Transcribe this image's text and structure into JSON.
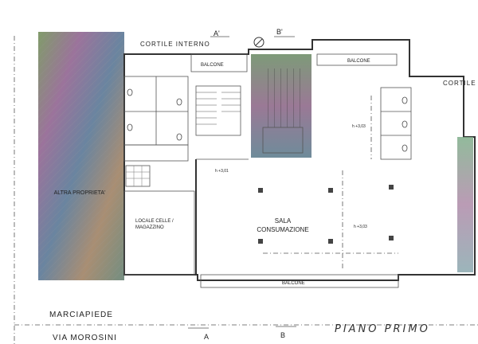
{
  "labels": {
    "cortile_interno": "CORTILE INTERNO",
    "cortile": "CORTILE",
    "balcone_top_left": "BALCONE",
    "balcone_top_right": "BALCONE",
    "balcone_bottom": "BALCONE",
    "sala": "SALA",
    "consumazione": "CONSUMAZIONE",
    "locale_celle": "LOCALE CELLE /",
    "magazzino": "MAGAZZINO",
    "altra_proprieta": "ALTRA PROPRIETA'",
    "marciapiede": "MARCIAPIEDE",
    "via": "VIA MOROSINI",
    "piano": "PIANO PRIMO",
    "section_a_top": "A'",
    "section_b_top": "B'",
    "section_a_bottom": "A",
    "section_b_bottom": "B",
    "h_left": "h +3,01",
    "h_right1": "h +3,03",
    "h_right2": "h +3,03"
  },
  "colors": {
    "lines": "#333333",
    "background": "#ffffff"
  }
}
